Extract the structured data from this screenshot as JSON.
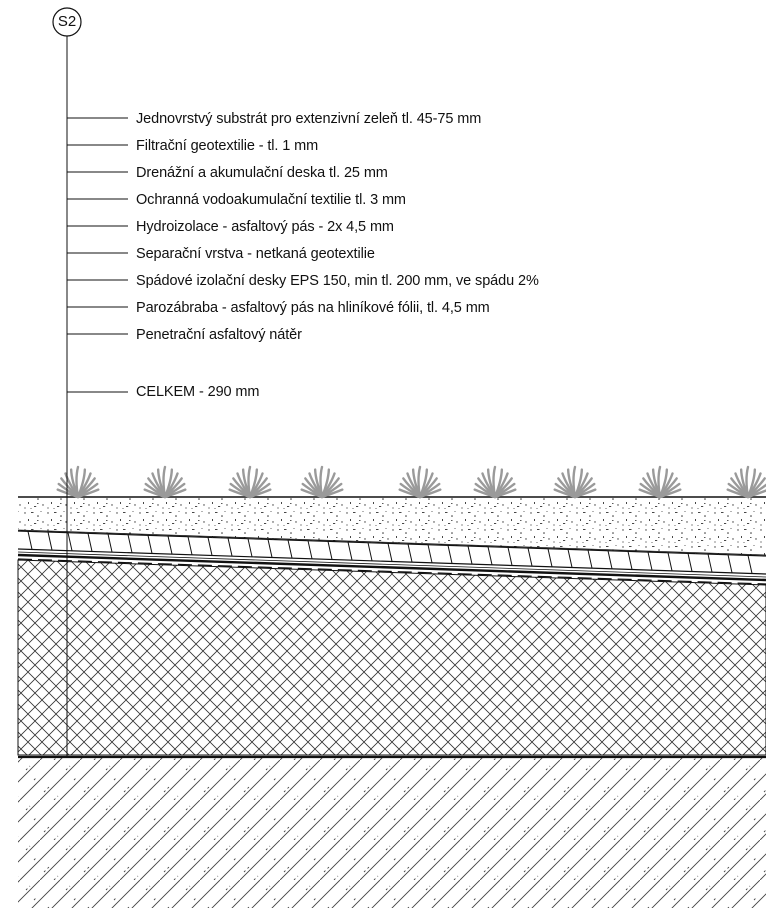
{
  "section_marker": "S2",
  "layers": [
    "Jednovrstvý substrát pro extenzivní zeleň tl. 45-75 mm",
    "Filtrační geotextilie - tl. 1 mm",
    "Drenážní a akumulační deska tl. 25 mm",
    "Ochranná vodoakumulační textilie tl. 3 mm",
    "Hydroizolace - asfaltový pás - 2x 4,5 mm",
    "Separační vrstva - netkaná geotextilie",
    "Spádové izolační desky EPS 150, min tl. 200 mm, ve spádu 2%",
    "Parozábraba - asfaltový pás na hliníkové fólii, tl. 4,5 mm",
    "Penetrační asfaltový nátěr"
  ],
  "total": "CELKEM - 290 mm",
  "plant_count": 9
}
